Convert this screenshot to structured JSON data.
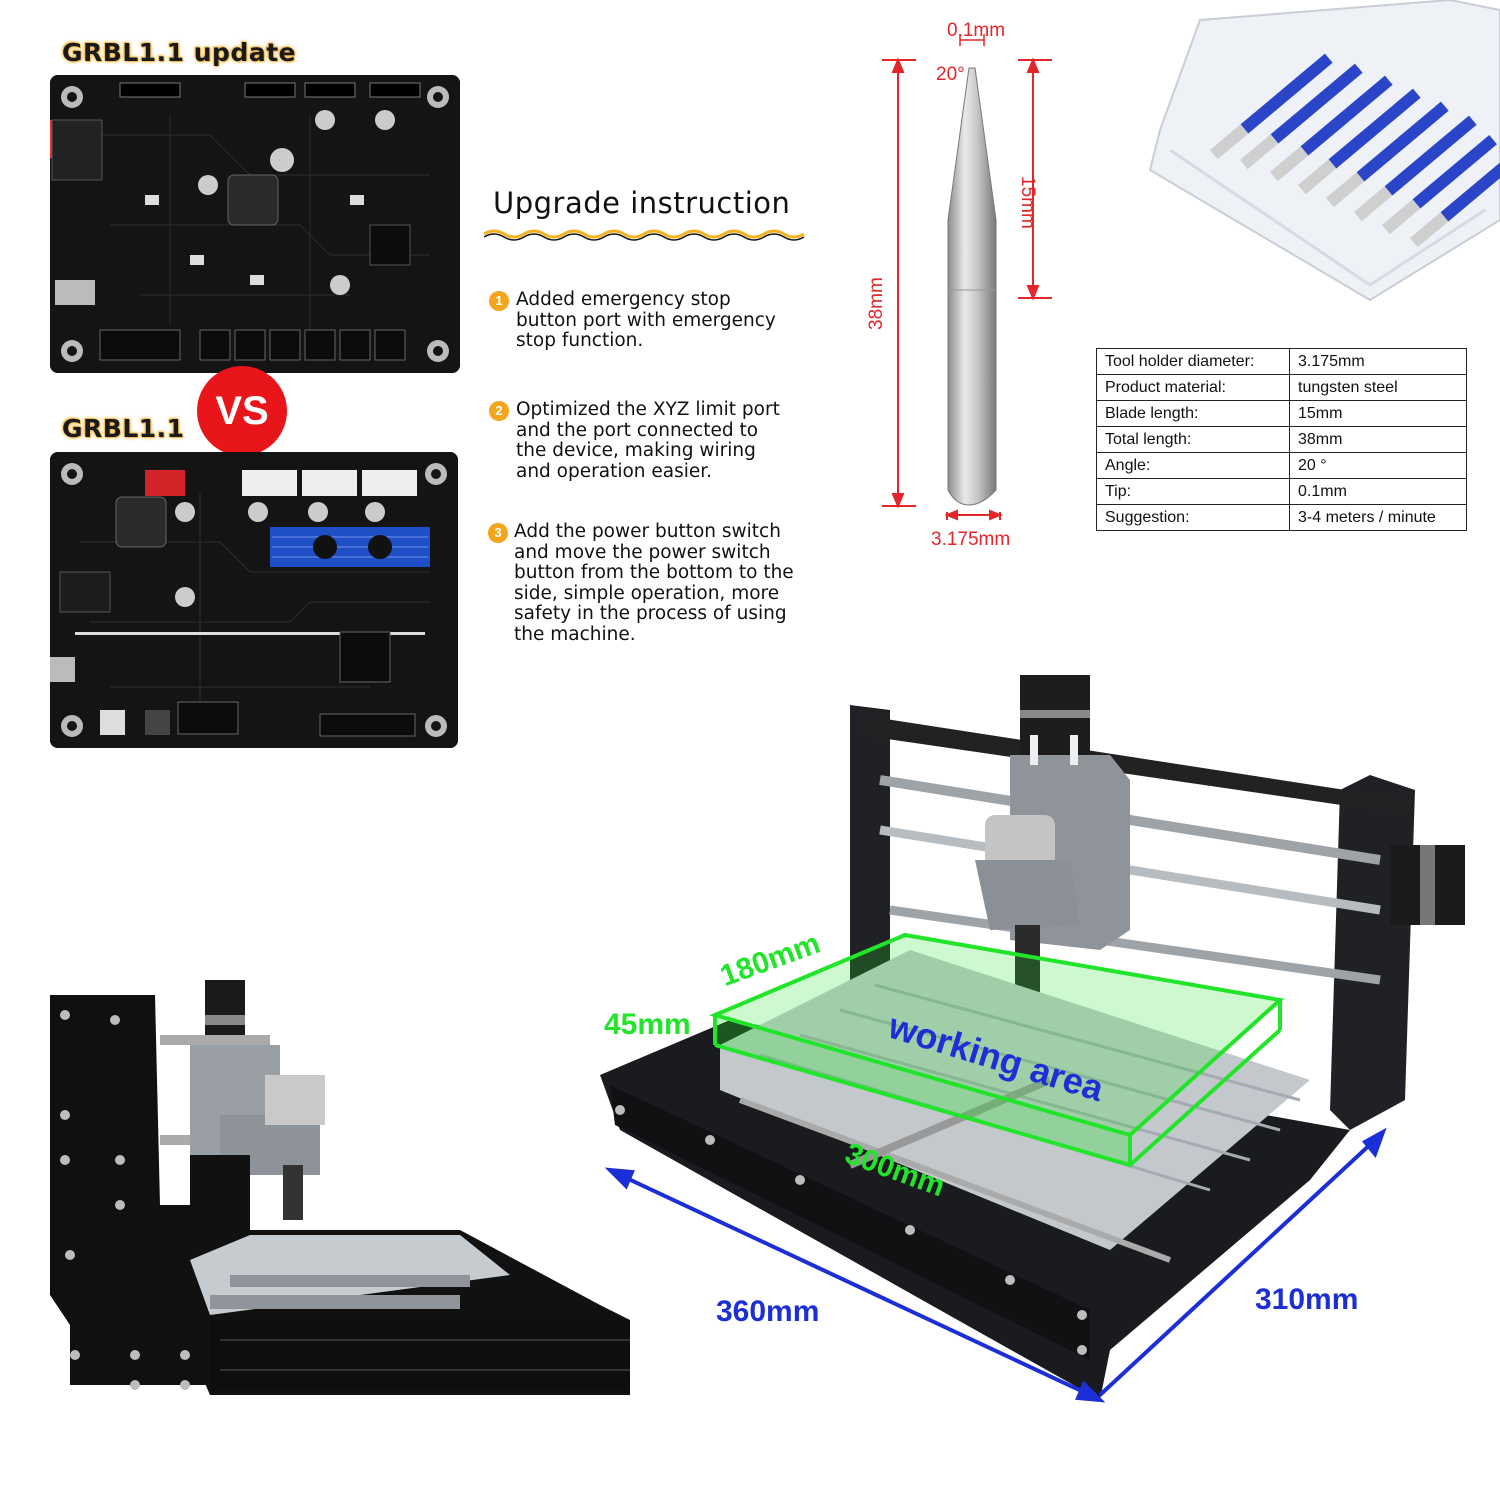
{
  "boards": {
    "top_title": "GRBL1.1 update",
    "bottom_title": "GRBL1.1",
    "vs_label": "VS"
  },
  "upgrade": {
    "title": "Upgrade instruction",
    "items": [
      {
        "number": "1",
        "text": "Added emergency stop button port with emergency stop function."
      },
      {
        "number": "2",
        "text": "Optimized the XYZ limit port and the port connected to the device, making wiring and operation easier."
      },
      {
        "number": "3",
        "text": "Add the power button switch and move the power switch button from the bottom to the side, simple operation, more safety in the process of using the machine."
      }
    ]
  },
  "bit": {
    "tip_width": "0.1mm",
    "angle": "20°",
    "blade_length": "15mm",
    "total_length": "38mm",
    "shank_diameter": "3.175mm"
  },
  "specs": {
    "rows": [
      {
        "label": "Tool holder diameter:",
        "value": "3.175mm"
      },
      {
        "label": "Product material:",
        "value": "tungsten steel"
      },
      {
        "label": "Blade length:",
        "value": "15mm"
      },
      {
        "label": "Total length:",
        "value": "38mm"
      },
      {
        "label": "Angle:",
        "value": "20 °"
      },
      {
        "label": "Tip:",
        "value": "0.1mm"
      },
      {
        "label": "Suggestion:",
        "value": "3-4 meters / minute"
      }
    ]
  },
  "machine": {
    "work_width": "180mm",
    "work_height": "45mm",
    "work_depth": "300mm",
    "work_label": "working area",
    "overall_width": "360mm",
    "overall_depth": "310mm"
  },
  "colors": {
    "dimension_red": "#e2262a",
    "dimension_green": "#22e52b",
    "dimension_blue": "#1c2fd6",
    "number_badge": "#f4a51c",
    "vs_badge": "#e8151b",
    "bit_shank_blue": "#2b45c9"
  }
}
